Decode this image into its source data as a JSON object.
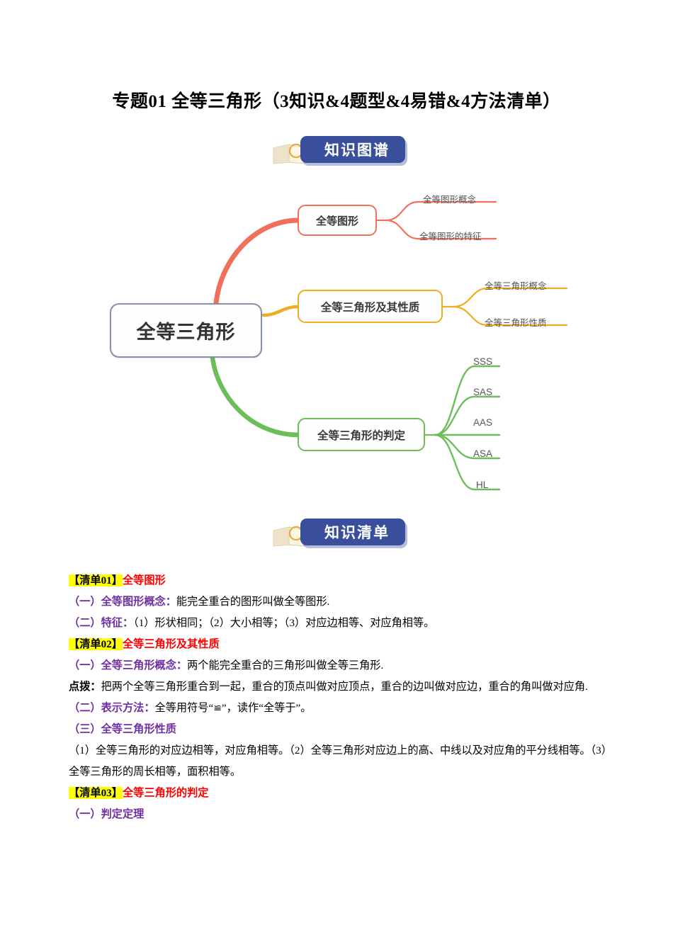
{
  "document": {
    "title": "专题01 全等三角形（3知识&4题型&4易错&4方法清单）"
  },
  "badges": [
    {
      "id": "knowledge-graph",
      "label": "知识图谱",
      "icon": "book-magnifier-icon",
      "color": "#3a4f9c"
    },
    {
      "id": "knowledge-list",
      "label": "知识清单",
      "icon": "book-magnifier-icon",
      "color": "#3a4f9c"
    }
  ],
  "mindmap": {
    "root": {
      "label": "全等三角形",
      "border_color": "#8592a6"
    },
    "branches": [
      {
        "label": "全等图形",
        "color": "#f0705c",
        "leaves": [
          "全等图形概念",
          "全等图形的特征"
        ]
      },
      {
        "label": "全等三角形及其性质",
        "color": "#f0ad21",
        "leaves": [
          "全等三角形概念",
          "全等三角形性质"
        ]
      },
      {
        "label": "全等三角形的判定",
        "color": "#6cbe5a",
        "leaves": [
          "SSS",
          "SAS",
          "AAS",
          "ASA",
          "HL"
        ]
      }
    ]
  },
  "content": {
    "list01": {
      "marker": "【清单01】",
      "title": "全等图形",
      "items": [
        {
          "label": "（一）全等图形概念：",
          "text": "能完全重合的图形叫做全等图形."
        },
        {
          "label": "（二）特征：",
          "text": "（1）形状相同；（2）大小相等；（3）对应边相等、对应角相等。"
        }
      ]
    },
    "list02": {
      "marker": "【清单02】",
      "title": "全等三角形及其性质",
      "concept_label": "（一）全等三角形概念：",
      "concept_text": "两个能完全重合的三角形叫做全等三角形.",
      "tip_label": "点拨：",
      "tip_text": "把两个全等三角形重合到一起，重合的顶点叫做对应顶点，重合的边叫做对应边，重合的角叫做对应角.",
      "notation_label": "（二）表示方法：",
      "notation_text_before": "全等用符号“",
      "notation_symbol": "≌",
      "notation_text_after": "”，读作“全等于”。",
      "property_label": "（三）全等三角形性质",
      "property_text": "（1）全等三角形的对应边相等，对应角相等。（2）全等三角形对应边上的高、中线以及对应角的平分线相等。（3）全等三角形的周长相等，面积相等。"
    },
    "list03": {
      "marker": "【清单03】",
      "title": "全等三角形的判定",
      "theorem_label": "（一）判定定理"
    }
  }
}
